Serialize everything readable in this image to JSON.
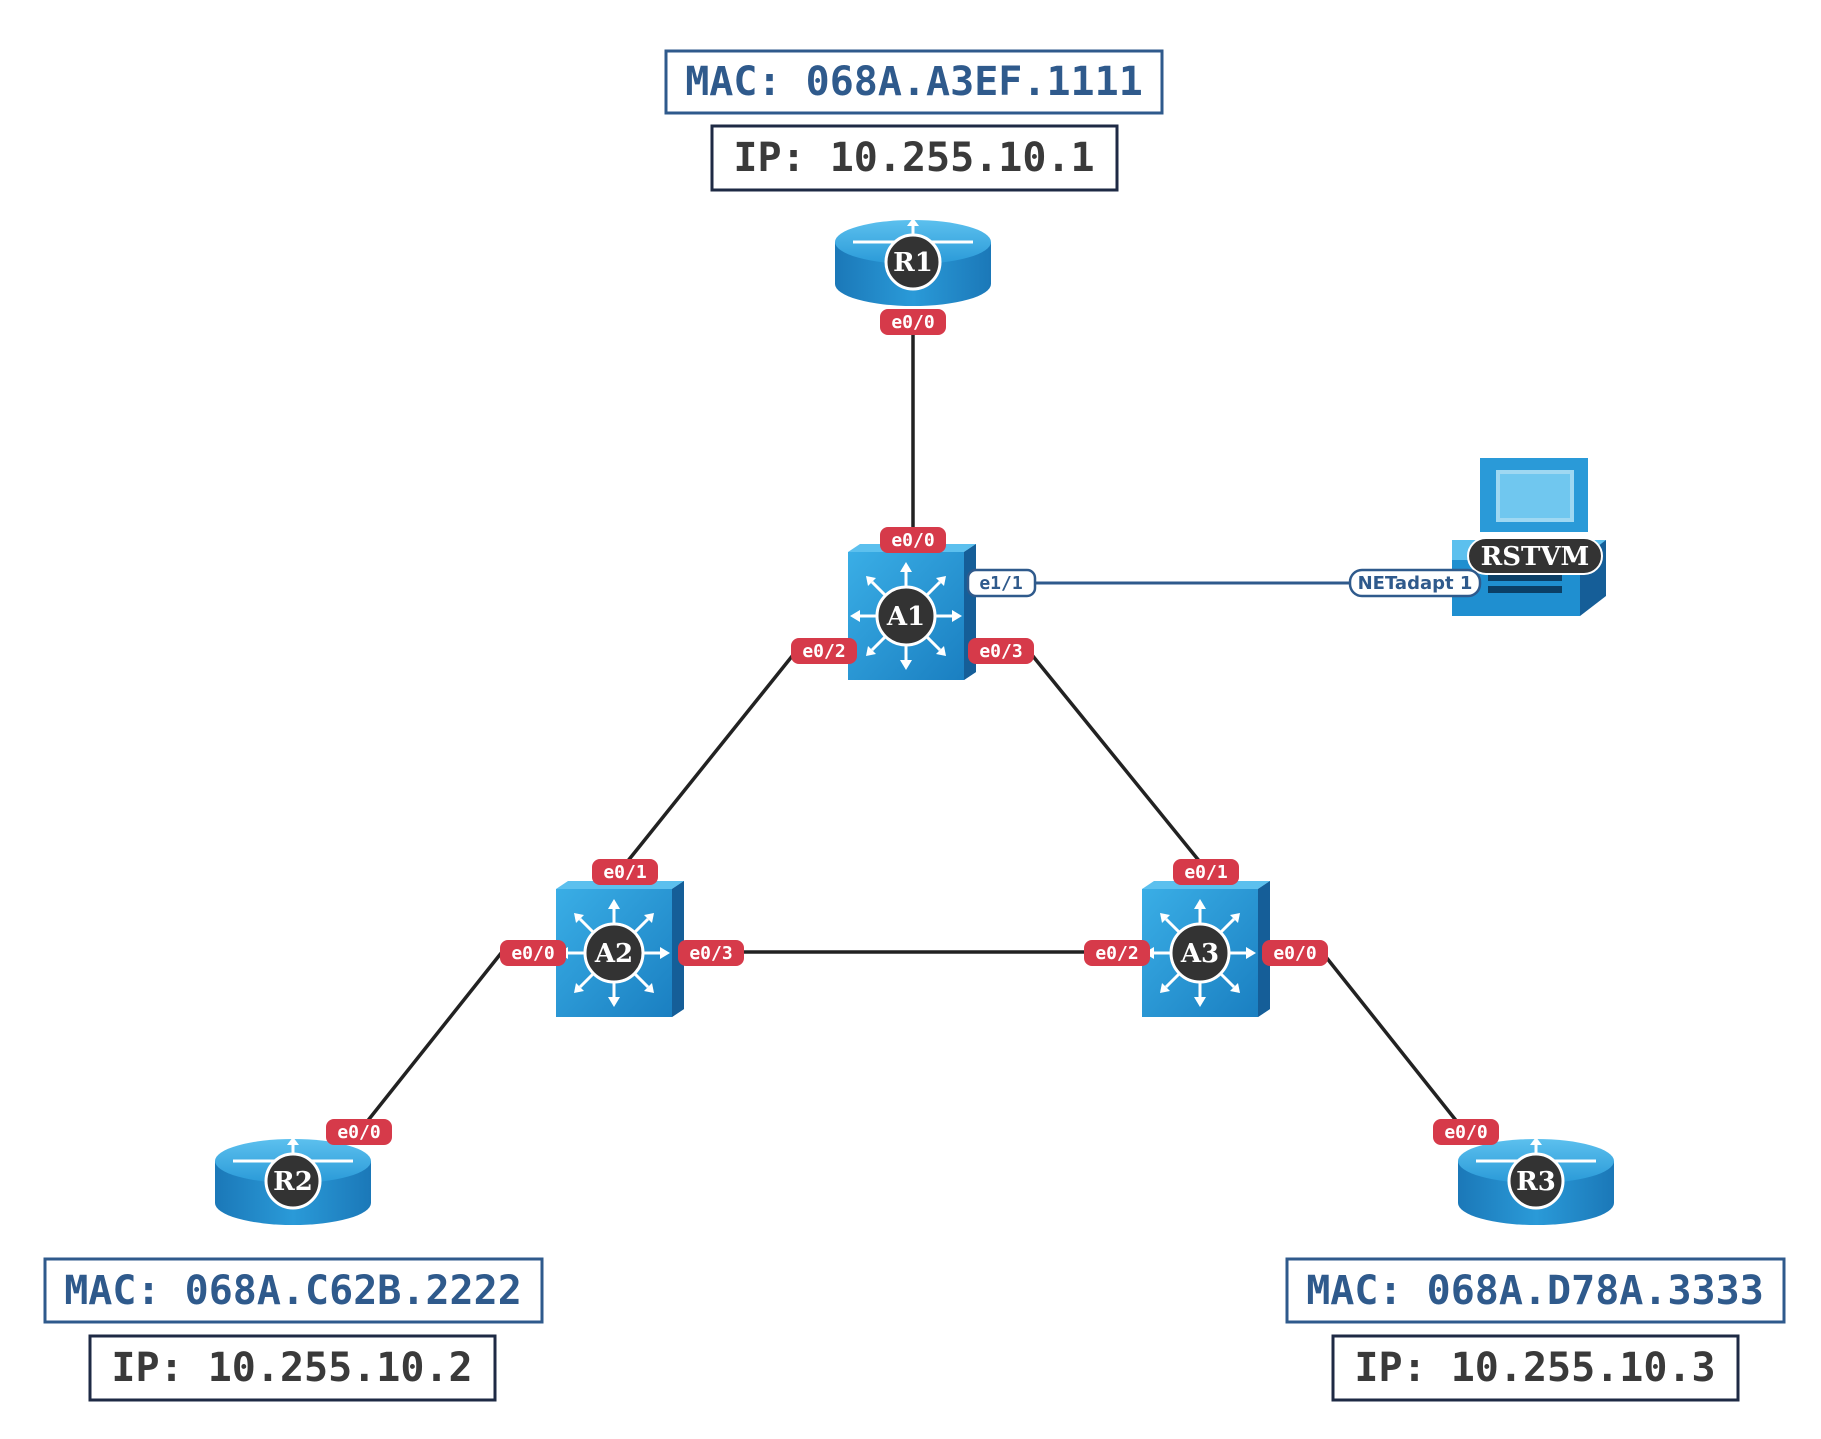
{
  "devices": {
    "r1": {
      "label": "R1",
      "mac": "MAC: 068A.A3EF.1111",
      "ip": "IP: 10.255.10.1",
      "ports": {
        "e0_0": "e0/0"
      }
    },
    "r2": {
      "label": "R2",
      "mac": "MAC: 068A.C62B.2222",
      "ip": "IP: 10.255.10.2",
      "ports": {
        "e0_0": "e0/0"
      }
    },
    "r3": {
      "label": "R3",
      "mac": "MAC: 068A.D78A.3333",
      "ip": "IP: 10.255.10.3",
      "ports": {
        "e0_0": "e0/0"
      }
    },
    "a1": {
      "label": "A1",
      "ports": {
        "e0_0": "e0/0",
        "e0_2": "e0/2",
        "e0_3": "e0/3",
        "e1_1": "e1/1"
      }
    },
    "a2": {
      "label": "A2",
      "ports": {
        "e0_0": "e0/0",
        "e0_1": "e0/1",
        "e0_3": "e0/3"
      }
    },
    "a3": {
      "label": "A3",
      "ports": {
        "e0_0": "e0/0",
        "e0_1": "e0/1",
        "e0_2": "e0/2"
      }
    },
    "vm": {
      "label": "RSTVM",
      "port": "NETadapt 1"
    }
  },
  "colors": {
    "port_badge": "#d63a4a",
    "link": "#222222",
    "vm_link": "#2f5a8c",
    "mac_text": "#2f5a8c",
    "ip_text": "#3a3a3a",
    "device_blue": "#1f8fd0"
  }
}
